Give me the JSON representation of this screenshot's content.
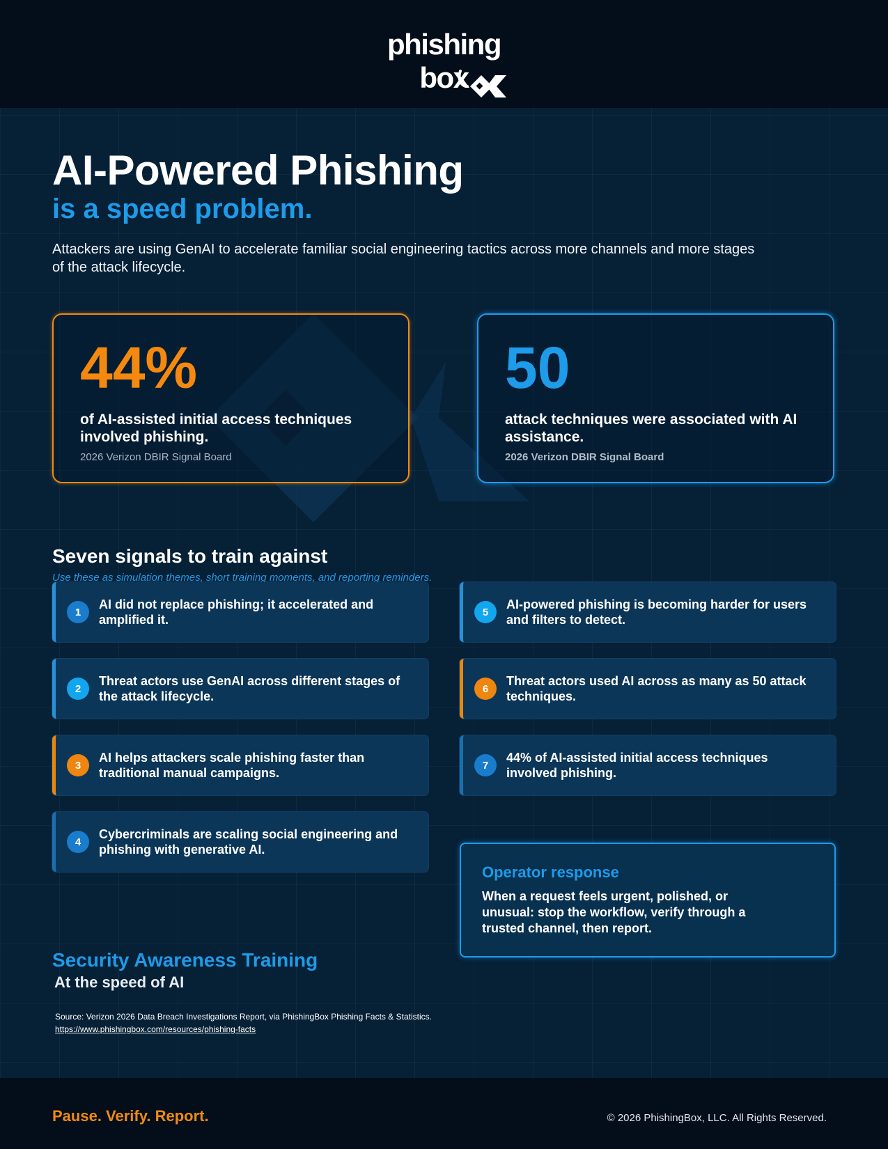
{
  "brand": {
    "logo_text": "phishing box",
    "colors": {
      "orange": "#f08a14",
      "blue": "#1e9be9",
      "background": "#041424"
    }
  },
  "hero": {
    "title": "AI-Powered Phishing",
    "subtitle": "is a speed problem.",
    "intro": "Attackers are using GenAI to accelerate familiar social engineering tactics across more channels and more stages of the attack lifecycle."
  },
  "stats": [
    {
      "value": "44%",
      "description": "of AI-assisted initial access techniques involved phishing.",
      "source": "2026 Verizon DBIR Signal Board",
      "accent": "#f08a14"
    },
    {
      "value": "50",
      "description": "attack techniques were associated with AI assistance.",
      "source": "2026 Verizon DBIR Signal Board",
      "accent": "#1e9be9"
    }
  ],
  "signals_section": {
    "title": "Seven signals to train against",
    "subtitle": "Use these as simulation themes, short training moments, and reporting reminders."
  },
  "signals": [
    {
      "number": "1",
      "text": "AI did not replace phishing; it accelerated and amplified it.",
      "color": "blue"
    },
    {
      "number": "2",
      "text": "Threat actors use GenAI across different stages of the attack lifecycle.",
      "color": "sky"
    },
    {
      "number": "3",
      "text": "AI helps attackers scale phishing faster than traditional manual campaigns.",
      "color": "orange"
    },
    {
      "number": "4",
      "text": "Cybercriminals are scaling social engineering and phishing with generative AI.",
      "color": "blue"
    },
    {
      "number": "5",
      "text": "AI-powered phishing is becoming harder for users and filters to detect.",
      "color": "sky"
    },
    {
      "number": "6",
      "text": "Threat actors used AI across as many as 50 attack techniques.",
      "color": "orange"
    },
    {
      "number": "7",
      "text": "44% of AI-assisted initial access techniques involved phishing.",
      "color": "blue"
    }
  ],
  "operator_response": {
    "title": "Operator response",
    "text": "When a request feels urgent, polished, or unusual: stop the workflow, verify through a trusted channel, then report."
  },
  "closing": {
    "title": "Security Awareness Training",
    "subtitle": "At the speed of AI",
    "source_text": "Source: Verizon 2026 Data Breach Investigations Report, via PhishingBox Phishing Facts & Statistics.",
    "source_url": "https://www.phishingbox.com/resources/phishing-facts"
  },
  "footer": {
    "tagline": "Pause. Verify. Report.",
    "copyright": "© 2026  PhishingBox, LLC. All Rights Reserved."
  }
}
